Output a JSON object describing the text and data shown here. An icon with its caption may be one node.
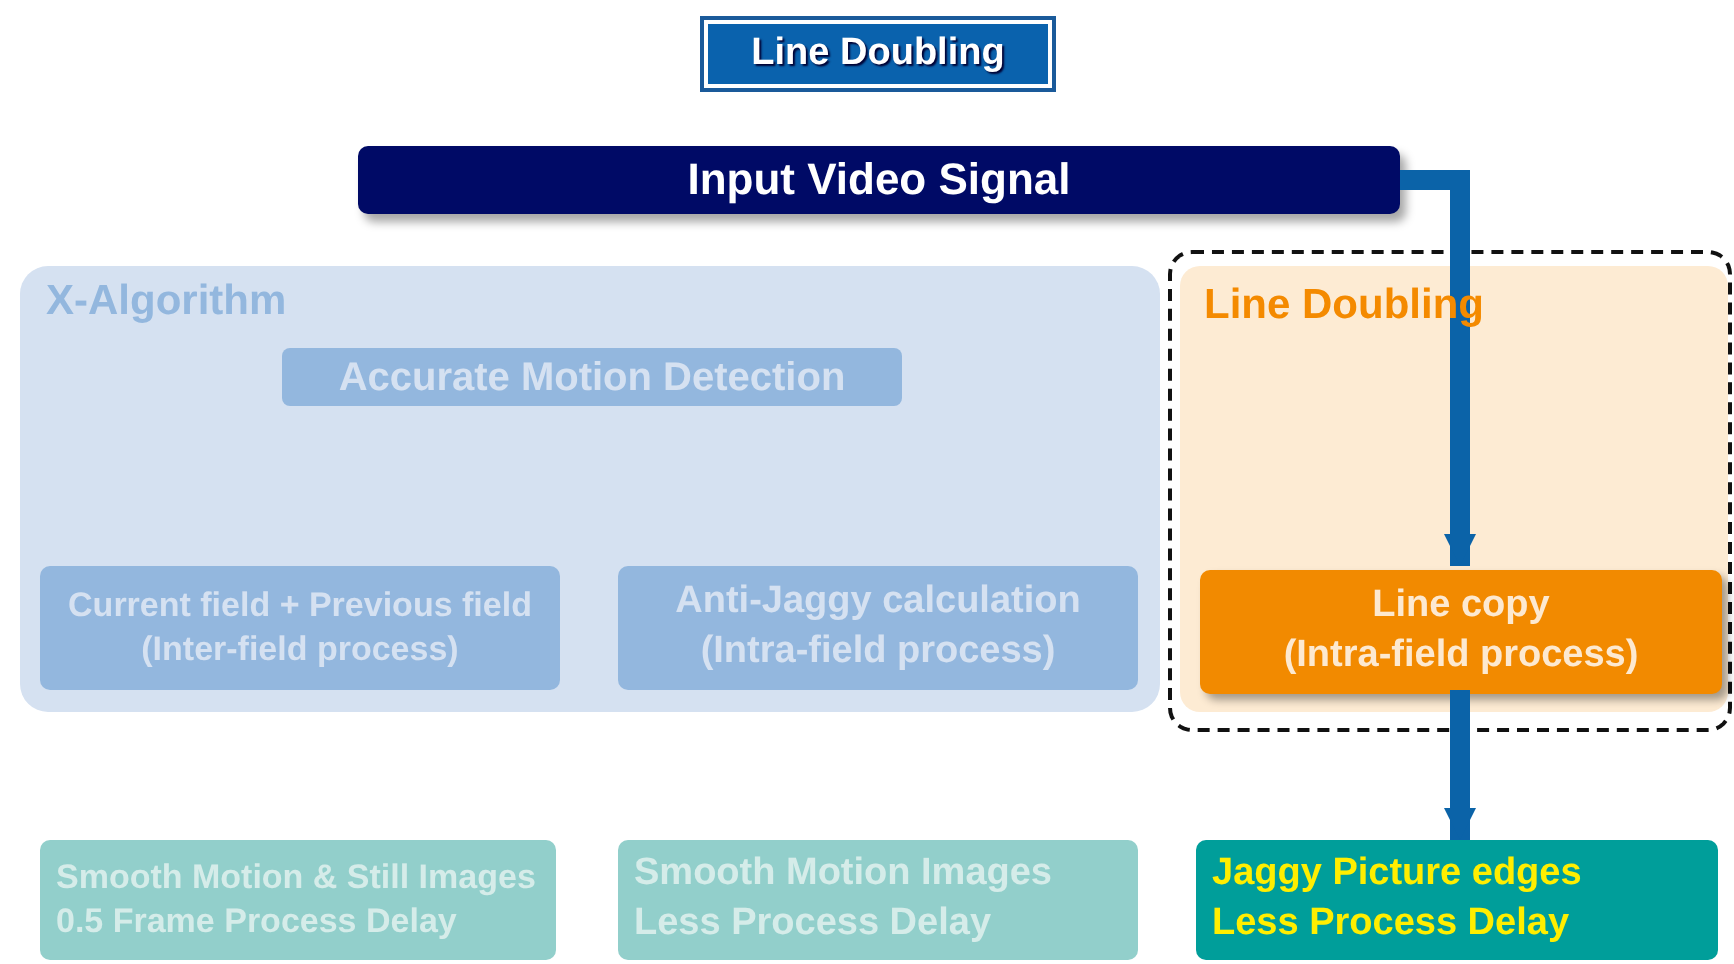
{
  "diagram": {
    "title": "Line Doubling",
    "nodes": [
      {
        "text": [
          "Input Video Signal"
        ]
      },
      {
        "text": [
          "X-Algorithm"
        ]
      },
      {
        "text": [
          "Accurate Motion Detection"
        ],
        "in": 1
      },
      {
        "text": [
          "Current field + Previous field",
          "(Inter-field process)"
        ],
        "in": 1
      },
      {
        "text": [
          "Anti-Jaggy calculation",
          "(Intra-field process)"
        ],
        "in": 1
      },
      {
        "text": [
          "Line Doubling"
        ]
      },
      {
        "text": [
          "Line copy",
          "(Intra-field process)"
        ],
        "in": 5
      },
      {
        "text": [
          "Smooth Motion & Still Images",
          "0.5 Frame Process Delay"
        ]
      },
      {
        "text": [
          "Smooth Motion Images",
          "Less Process Delay"
        ]
      },
      {
        "text": [
          "Jaggy Picture edges",
          "Less Process Delay"
        ]
      }
    ],
    "edges": [
      {
        "from": 0,
        "to": 6,
        "arrow": "to"
      },
      {
        "from": 6,
        "to": 9,
        "arrow": "to"
      }
    ]
  }
}
